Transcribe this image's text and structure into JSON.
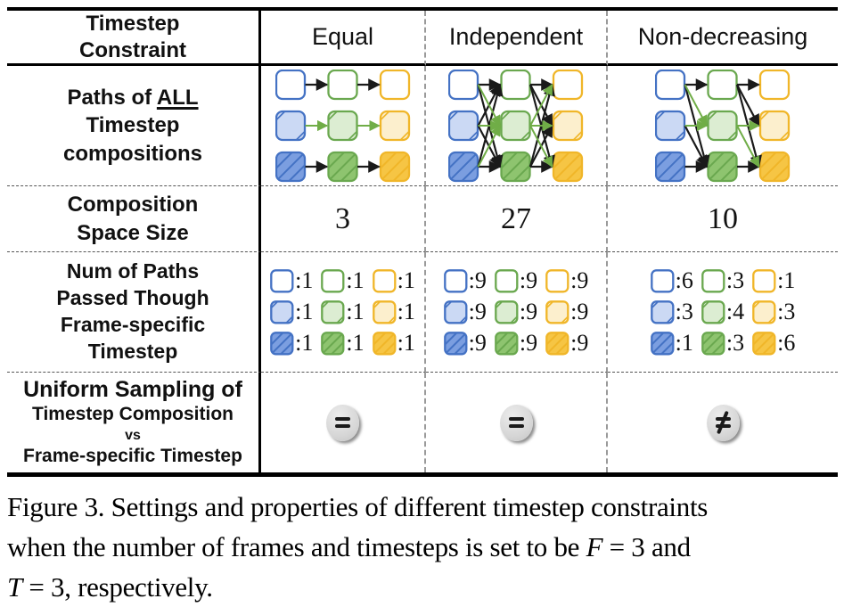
{
  "colors": {
    "black_edge": "#1a1a1a",
    "green_edge": "#70AD47",
    "circle_bg": "#D8D8D8",
    "circle_symbol": "#1a1a1a"
  },
  "frames": [
    {
      "name": "frame-1-blue",
      "border": "#4472C4",
      "light": "#CBD9F4",
      "dark": "#7B9EE0"
    },
    {
      "name": "frame-2-green",
      "border": "#6AA84F",
      "light": "#DCEDD2",
      "dark": "#8EC46F"
    },
    {
      "name": "frame-3-yellow",
      "border": "#F0B629",
      "light": "#FCEFCD",
      "dark": "#F6C544"
    }
  ],
  "header": {
    "corner_line1": "Timestep",
    "corner_line2": "Constraint"
  },
  "row_labels": {
    "paths_l1a": "Paths of ",
    "paths_l1b": "ALL",
    "paths_l2": "Timestep",
    "paths_l3": "compositions",
    "space_l1": "Composition",
    "space_l2": "Space Size",
    "num_l1": "Num of Paths",
    "num_l2": "Passed Though",
    "num_l3": "Frame-specific",
    "num_l4": "Timestep",
    "uniform_l1": "Uniform Sampling of",
    "uniform_l2": "Timestep Composition",
    "uniform_l3": "vs",
    "uniform_l4": "Frame-specific Timestep"
  },
  "constraints": [
    {
      "key": "equal",
      "label": "Equal",
      "space_size": "3",
      "edges": [
        [
          0,
          0,
          1,
          0,
          "b"
        ],
        [
          1,
          0,
          2,
          0,
          "b"
        ],
        [
          0,
          1,
          1,
          1,
          "g"
        ],
        [
          1,
          1,
          2,
          1,
          "g"
        ],
        [
          0,
          2,
          1,
          2,
          "b"
        ],
        [
          1,
          2,
          2,
          2,
          "b"
        ]
      ],
      "counts": [
        [
          "1",
          "1",
          "1"
        ],
        [
          "1",
          "1",
          "1"
        ],
        [
          "1",
          "1",
          "1"
        ]
      ],
      "uniform_sampling": "equal"
    },
    {
      "key": "independent",
      "label": "Independent",
      "space_size": "27",
      "edges": [
        [
          0,
          0,
          1,
          0,
          "b"
        ],
        [
          0,
          0,
          1,
          1,
          "g"
        ],
        [
          0,
          0,
          1,
          2,
          "b"
        ],
        [
          0,
          1,
          1,
          0,
          "b"
        ],
        [
          0,
          1,
          1,
          1,
          "g"
        ],
        [
          0,
          1,
          1,
          2,
          "b"
        ],
        [
          0,
          2,
          1,
          0,
          "b"
        ],
        [
          0,
          2,
          1,
          1,
          "g"
        ],
        [
          0,
          2,
          1,
          2,
          "b"
        ],
        [
          1,
          0,
          2,
          0,
          "b"
        ],
        [
          1,
          0,
          2,
          1,
          "b"
        ],
        [
          1,
          0,
          2,
          2,
          "b"
        ],
        [
          1,
          1,
          2,
          0,
          "g"
        ],
        [
          1,
          1,
          2,
          1,
          "g"
        ],
        [
          1,
          1,
          2,
          2,
          "g"
        ],
        [
          1,
          2,
          2,
          0,
          "b"
        ],
        [
          1,
          2,
          2,
          1,
          "b"
        ],
        [
          1,
          2,
          2,
          2,
          "b"
        ]
      ],
      "counts": [
        [
          "9",
          "9",
          "9"
        ],
        [
          "9",
          "9",
          "9"
        ],
        [
          "9",
          "9",
          "9"
        ]
      ],
      "uniform_sampling": "equal"
    },
    {
      "key": "non-decreasing",
      "label": "Non-decreasing",
      "space_size": "10",
      "edges": [
        [
          0,
          0,
          1,
          0,
          "b"
        ],
        [
          0,
          0,
          1,
          1,
          "g"
        ],
        [
          0,
          0,
          1,
          2,
          "b"
        ],
        [
          0,
          1,
          1,
          1,
          "g"
        ],
        [
          0,
          1,
          1,
          2,
          "b"
        ],
        [
          0,
          2,
          1,
          2,
          "b"
        ],
        [
          1,
          0,
          2,
          0,
          "b"
        ],
        [
          1,
          0,
          2,
          1,
          "b"
        ],
        [
          1,
          0,
          2,
          2,
          "b"
        ],
        [
          1,
          1,
          2,
          1,
          "g"
        ],
        [
          1,
          1,
          2,
          2,
          "g"
        ],
        [
          1,
          2,
          2,
          2,
          "b"
        ]
      ],
      "counts": [
        [
          "6",
          "3",
          "1"
        ],
        [
          "3",
          "4",
          "3"
        ],
        [
          "1",
          "3",
          "6"
        ]
      ],
      "uniform_sampling": "not-equal"
    }
  ],
  "caption": {
    "line1": "Figure 3. Settings and properties of different timestep constraints",
    "line2_pre": "when the number of frames and timesteps is set to be ",
    "line2_math": "F",
    "line2_post": " = 3 and",
    "line3_math": "T",
    "line3_post": " = 3, respectively."
  }
}
